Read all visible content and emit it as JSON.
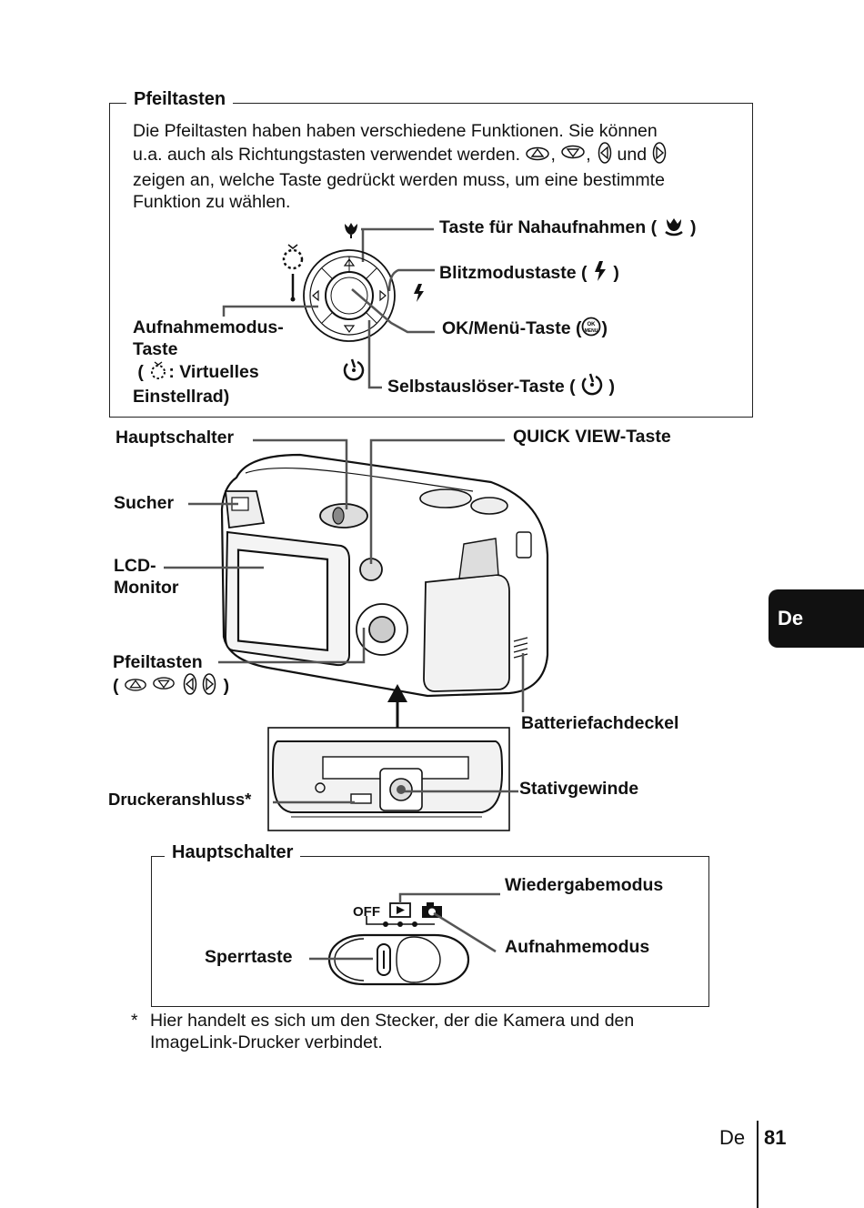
{
  "box1": {
    "legend": "Pfeiltasten",
    "para": {
      "line1": "Die Pfeiltasten haben haben verschiedene Funktionen.  Sie können",
      "line2a": "u.a. auch als Richtungstasten verwendet werden.",
      "sep1": ",",
      "sep2": ",",
      "and": "und",
      "line3": "zeigen an, welche Taste gedrückt werden muss, um eine bestimmte",
      "line4": "Funktion zu wählen."
    },
    "labels": {
      "macro": "Taste für Nahaufnahmen (",
      "flash": "Blitzmodustaste (",
      "ok": "OK/Menü-Taste (",
      "mode_line1": "Aufnahmemodus-",
      "mode_line2": "Taste",
      "mode_line3": ": Virtuelles",
      "mode_line4": "Einstellrad)",
      "selftimer": "Selbstauslöser-Taste (",
      "close": ")",
      "open": "("
    }
  },
  "camera": {
    "main_switch": "Hauptschalter",
    "quick_view": "QUICK VIEW-Taste",
    "viewfinder": "Sucher",
    "lcd_line1": "LCD-",
    "lcd_line2": "Monitor",
    "arrow_keys": "Pfeiltasten",
    "battery": "Batteriefachdeckel",
    "printer": "Druckeranshluss*",
    "tripod": "Stativgewinde"
  },
  "box2": {
    "legend": "Hauptschalter",
    "playback": "Wiedergabemodus",
    "shooting": "Aufnahmemodus",
    "lock": "Sperrtaste",
    "off": "OFF"
  },
  "footnote": {
    "star": "*",
    "line1": "Hier handelt es sich um den Stecker, der die Kamera und den",
    "line2": "ImageLink-Drucker verbindet."
  },
  "tab": "De",
  "footer": {
    "lang": "De",
    "page": "81"
  }
}
